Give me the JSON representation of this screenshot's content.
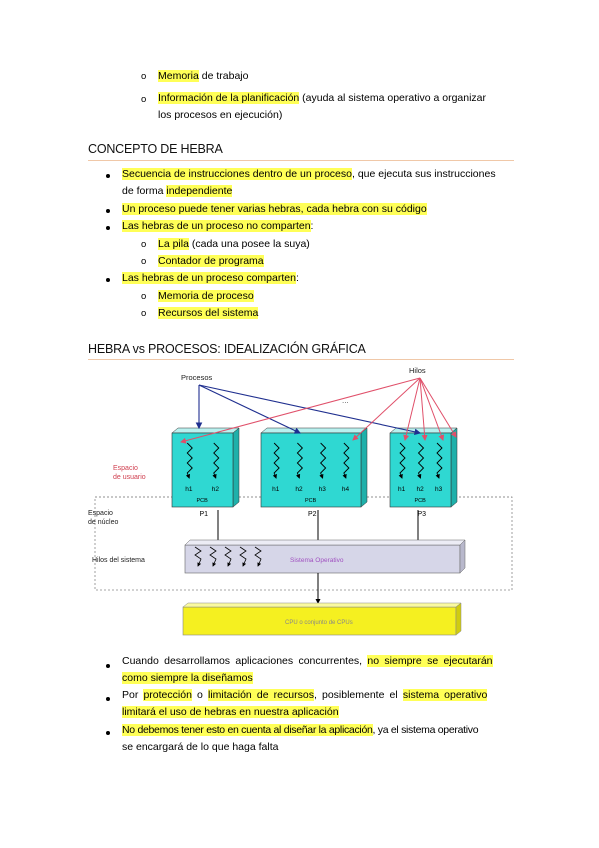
{
  "top_list": [
    {
      "marker": "o",
      "parts": [
        {
          "t": "Memoria",
          "hl": true
        },
        {
          "t": " de trabajo",
          "hl": false
        }
      ]
    },
    {
      "marker": "o",
      "parts": [
        {
          "t": "Información de la planificación",
          "hl": true
        },
        {
          "t": " (ayuda al sistema operativo a organizar",
          "hl": false
        }
      ],
      "cont": "los procesos en ejecución)"
    }
  ],
  "section1": {
    "title": "CONCEPTO DE HEBRA",
    "bullets": [
      {
        "l1": [
          {
            "t": "Secuencia de instrucciones dentro de un proceso",
            "hl": true
          },
          {
            "t": ", que ejecuta sus instrucciones",
            "hl": false
          }
        ],
        "l2": [
          {
            "t": "de forma ",
            "hl": false
          },
          {
            "t": "independiente",
            "hl": true
          }
        ]
      },
      {
        "l1": [
          {
            "t": "Un proceso puede tener varias hebras, cada hebra con su código",
            "hl": true
          }
        ]
      },
      {
        "l1": [
          {
            "t": "Las hebras de un proceso no comparten",
            "hl": true
          },
          {
            "t": ":",
            "hl": false
          }
        ]
      },
      {
        "l1": [
          {
            "t": "Las hebras de un proceso comparten",
            "hl": true
          },
          {
            "t": ":",
            "hl": false
          }
        ]
      }
    ],
    "no_comparten": [
      [
        {
          "t": "La pila",
          "hl": true
        },
        {
          "t": " (cada una posee la suya)",
          "hl": false
        }
      ],
      [
        {
          "t": "Contador de programa",
          "hl": true
        }
      ]
    ],
    "comparten": [
      [
        {
          "t": "Memoria de proceso",
          "hl": true
        }
      ],
      [
        {
          "t": "Recursos del sistema",
          "hl": true
        }
      ]
    ]
  },
  "section2": {
    "title": "HEBRA vs PROCESOS: IDEALIZACIÓN GRÁFICA"
  },
  "diagram": {
    "procesos_label": "Procesos",
    "hilos_label": "Hilos",
    "dots": "...",
    "espacio_usuario": "Espacio\nde usuario",
    "espacio_nucleo": "Espacio\nde núcleo",
    "hilos_sistema": "Hilos del sistema",
    "sistema_operativo": "Sistema Operativo",
    "cpu_label": "CPU o conjunto de CPUs",
    "pcb": "PCB",
    "processes": [
      {
        "name": "P1",
        "threads": [
          "h1",
          "h2"
        ]
      },
      {
        "name": "P2",
        "threads": [
          "h1",
          "h2",
          "h3",
          "h4"
        ]
      },
      {
        "name": "P3",
        "threads": [
          "h1",
          "h2",
          "h3"
        ]
      }
    ],
    "colors": {
      "box": "#2fd8d2",
      "box_top": "#b9f1ef",
      "blue_arrow": "#1f2f8f",
      "red_arrow": "#e0506a",
      "cpu": "#f5f020",
      "so": "#d6d6e8"
    }
  },
  "bottom_list": [
    {
      "l1": [
        {
          "t": "Cuando desarrollamos aplicaciones concurrentes, ",
          "hl": false
        },
        {
          "t": "no siempre se ejecutarán",
          "hl": true
        }
      ],
      "l2": [
        {
          "t": "como siempre la diseñamos",
          "hl": true
        }
      ]
    },
    {
      "l1": [
        {
          "t": "Por ",
          "hl": false
        },
        {
          "t": "protección",
          "hl": true
        },
        {
          "t": " o ",
          "hl": false
        },
        {
          "t": "limitación de recursos",
          "hl": true
        },
        {
          "t": ", posiblemente el ",
          "hl": false
        },
        {
          "t": "sistema operativo",
          "hl": true
        }
      ],
      "l2": [
        {
          "t": "limitará el uso de hebras en nuestra aplicación",
          "hl": true
        }
      ]
    },
    {
      "l1": [
        {
          "t": "No debemos tener esto en cuenta al diseñar la aplicación",
          "hl": true
        },
        {
          "t": ", ya el sistema operativo",
          "hl": false
        }
      ],
      "l2": [
        {
          "t": "se encargará de lo que haga falta",
          "hl": false
        }
      ]
    }
  ]
}
